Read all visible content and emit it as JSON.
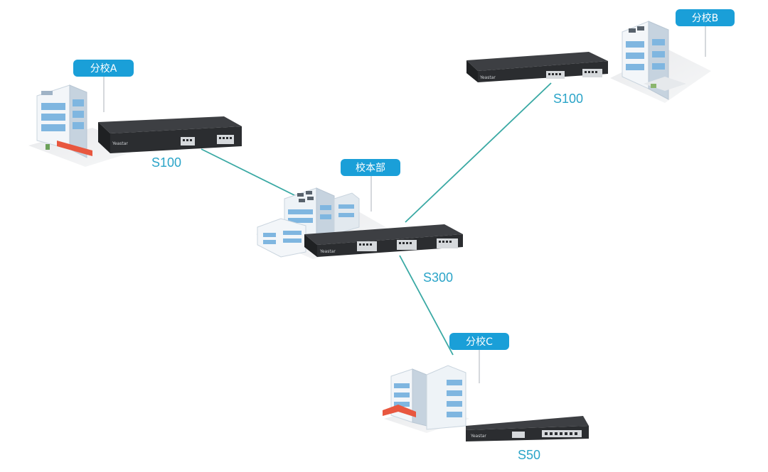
{
  "sites": {
    "branch_a": {
      "tag": "分校A",
      "device": "S100",
      "brand": "Yeastar"
    },
    "branch_b": {
      "tag": "分校B",
      "device": "S100",
      "brand": "Yeastar"
    },
    "hq": {
      "tag": "校本部",
      "device": "S300",
      "brand": "Yeastar"
    },
    "branch_c": {
      "tag": "分校C",
      "device": "S50",
      "brand": "Yeastar"
    }
  },
  "colors": {
    "tag": "#1a9fd8",
    "tag_text": "#ffffff",
    "link_line": "#3aa9a4",
    "device_label": "#2aa4c8",
    "device_body": "#2b2d30",
    "roof_accent": "#e8573f"
  }
}
